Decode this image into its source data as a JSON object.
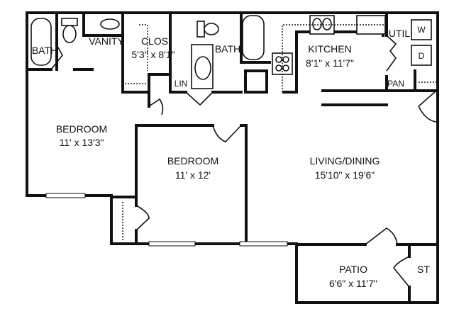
{
  "rooms": {
    "bath1": {
      "name": "BATH"
    },
    "vanity": {
      "name": "VANITY"
    },
    "closet": {
      "name": "CLOS",
      "size": "5'3\" x 8'1\""
    },
    "linen": {
      "name": "LIN"
    },
    "bath2": {
      "name": "BATH"
    },
    "kitchen": {
      "name": "KITCHEN",
      "size": "8'1\" x 11'7\""
    },
    "utility": {
      "name": "UTIL",
      "washer": "W",
      "dryer": "D"
    },
    "pantry": {
      "name": "PAN"
    },
    "bedroom1": {
      "name": "BEDROOM",
      "size": "11' x 13'3\""
    },
    "bedroom2": {
      "name": "BEDROOM",
      "size": "11' x 12'"
    },
    "living": {
      "name": "LIVING/DINING",
      "size": "15'10\" x 19'6\""
    },
    "patio": {
      "name": "PATIO",
      "size": "6'6\" x 11'7\""
    },
    "storage": {
      "name": "ST"
    }
  }
}
